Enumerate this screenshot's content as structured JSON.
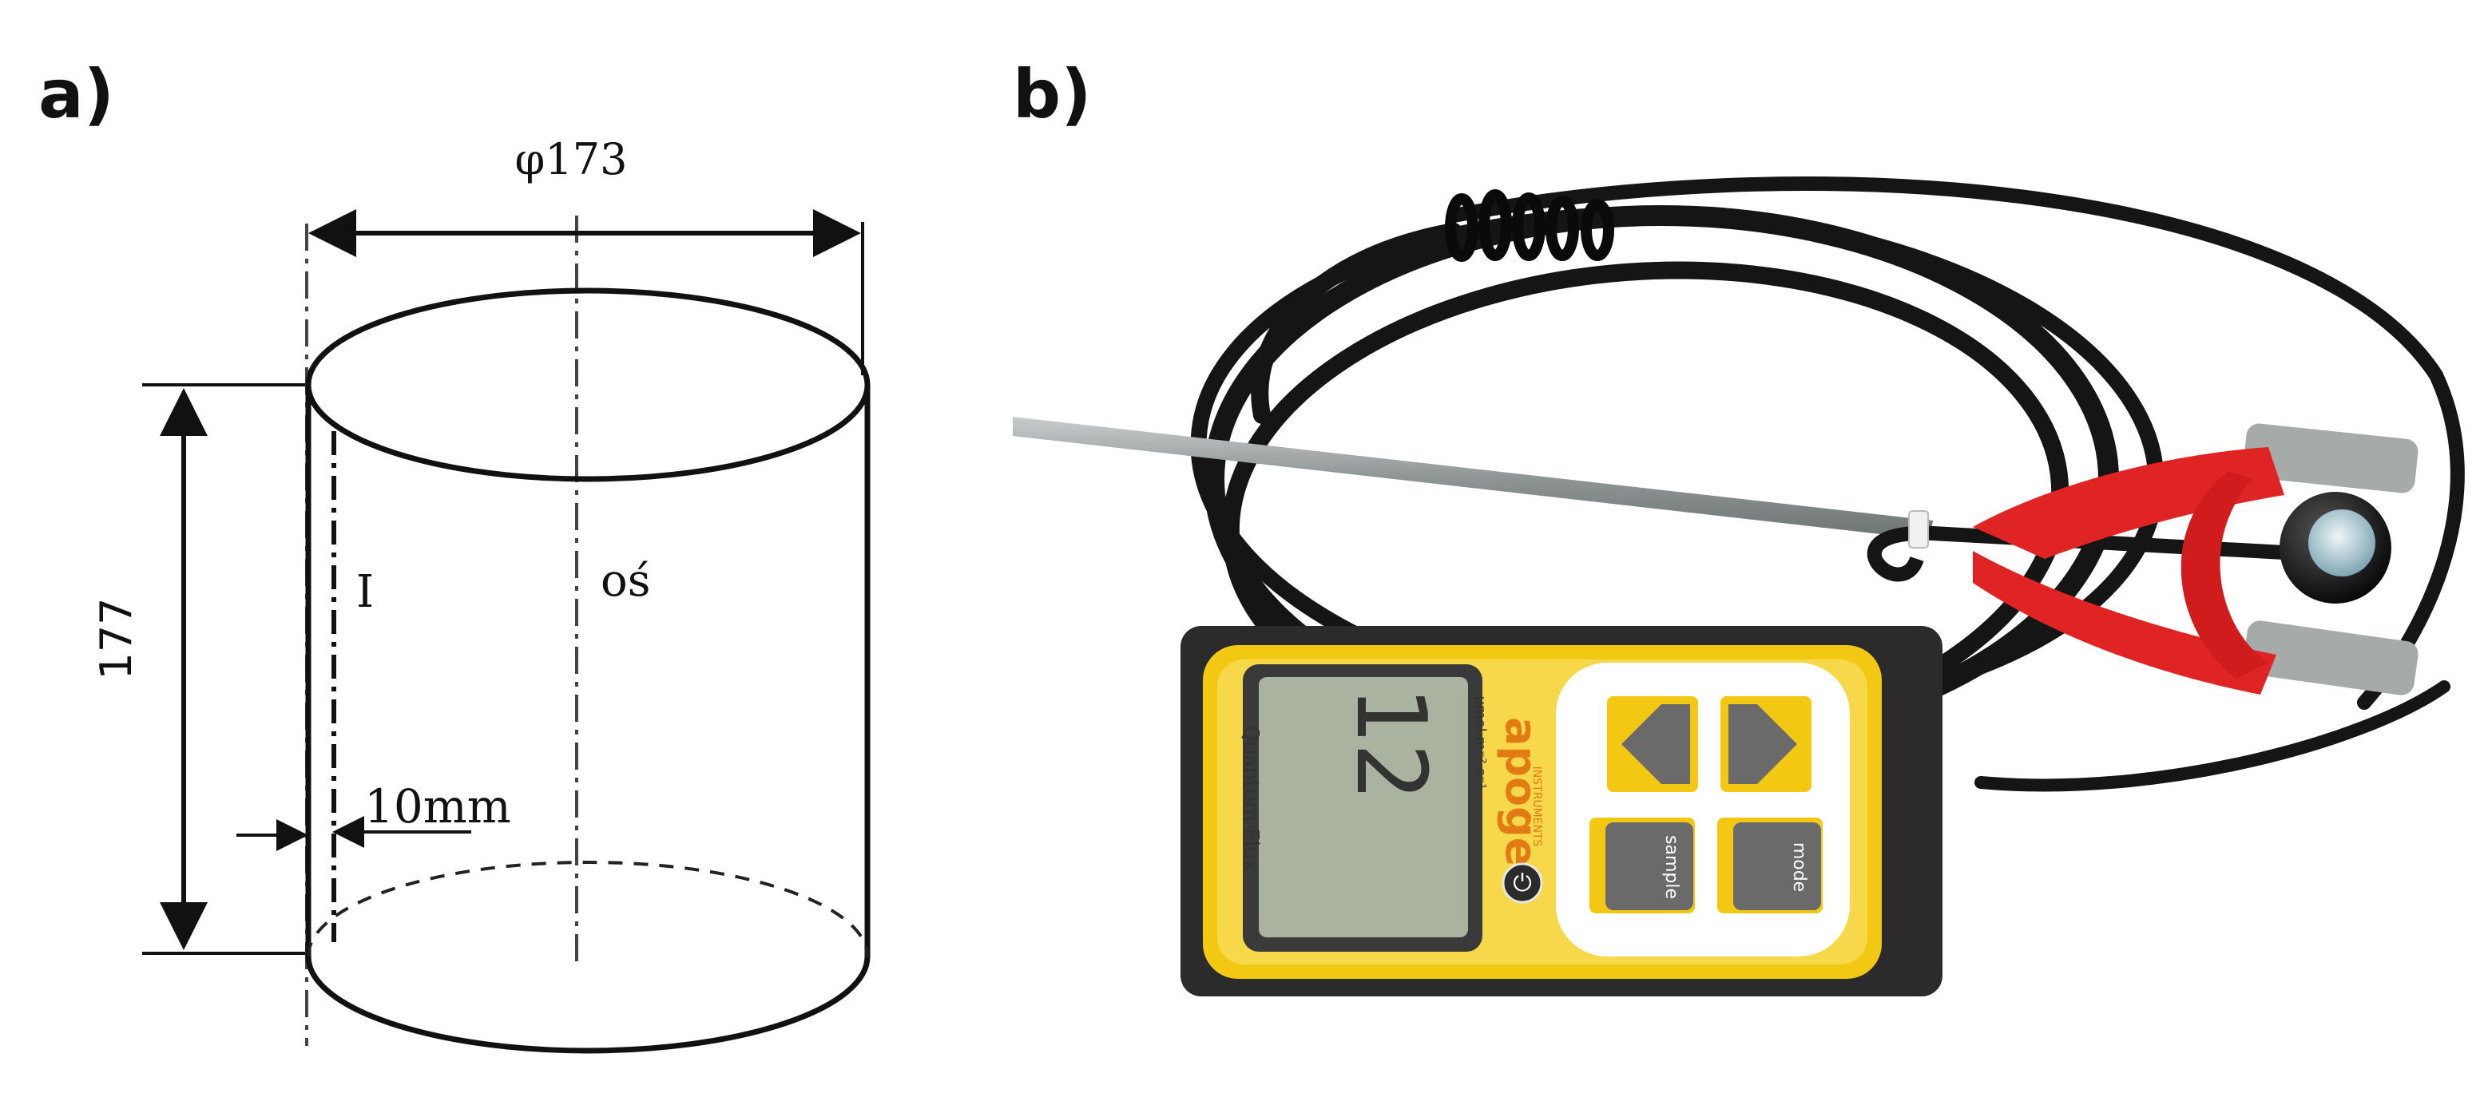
{
  "panels": {
    "a": {
      "label": "a)",
      "diameter": "φ173",
      "height": "177",
      "line_label": "I",
      "axis_label": "oś",
      "offset": "10mm"
    },
    "b": {
      "label": "b)",
      "meter": {
        "display_title": "Quantum Flux",
        "unit": "μmol m⁻² s⁻¹",
        "reading": "12",
        "brand": "apogee",
        "brand_sub": "INSTRUMENTS",
        "button_sample": "sample",
        "button_mode": "mode"
      }
    }
  },
  "colors": {
    "meter_body": "#2b2b2b",
    "meter_yellow": "#f2c813",
    "lcd": "#aab3a0",
    "holder_red": "#e02424",
    "cable": "#151515"
  }
}
